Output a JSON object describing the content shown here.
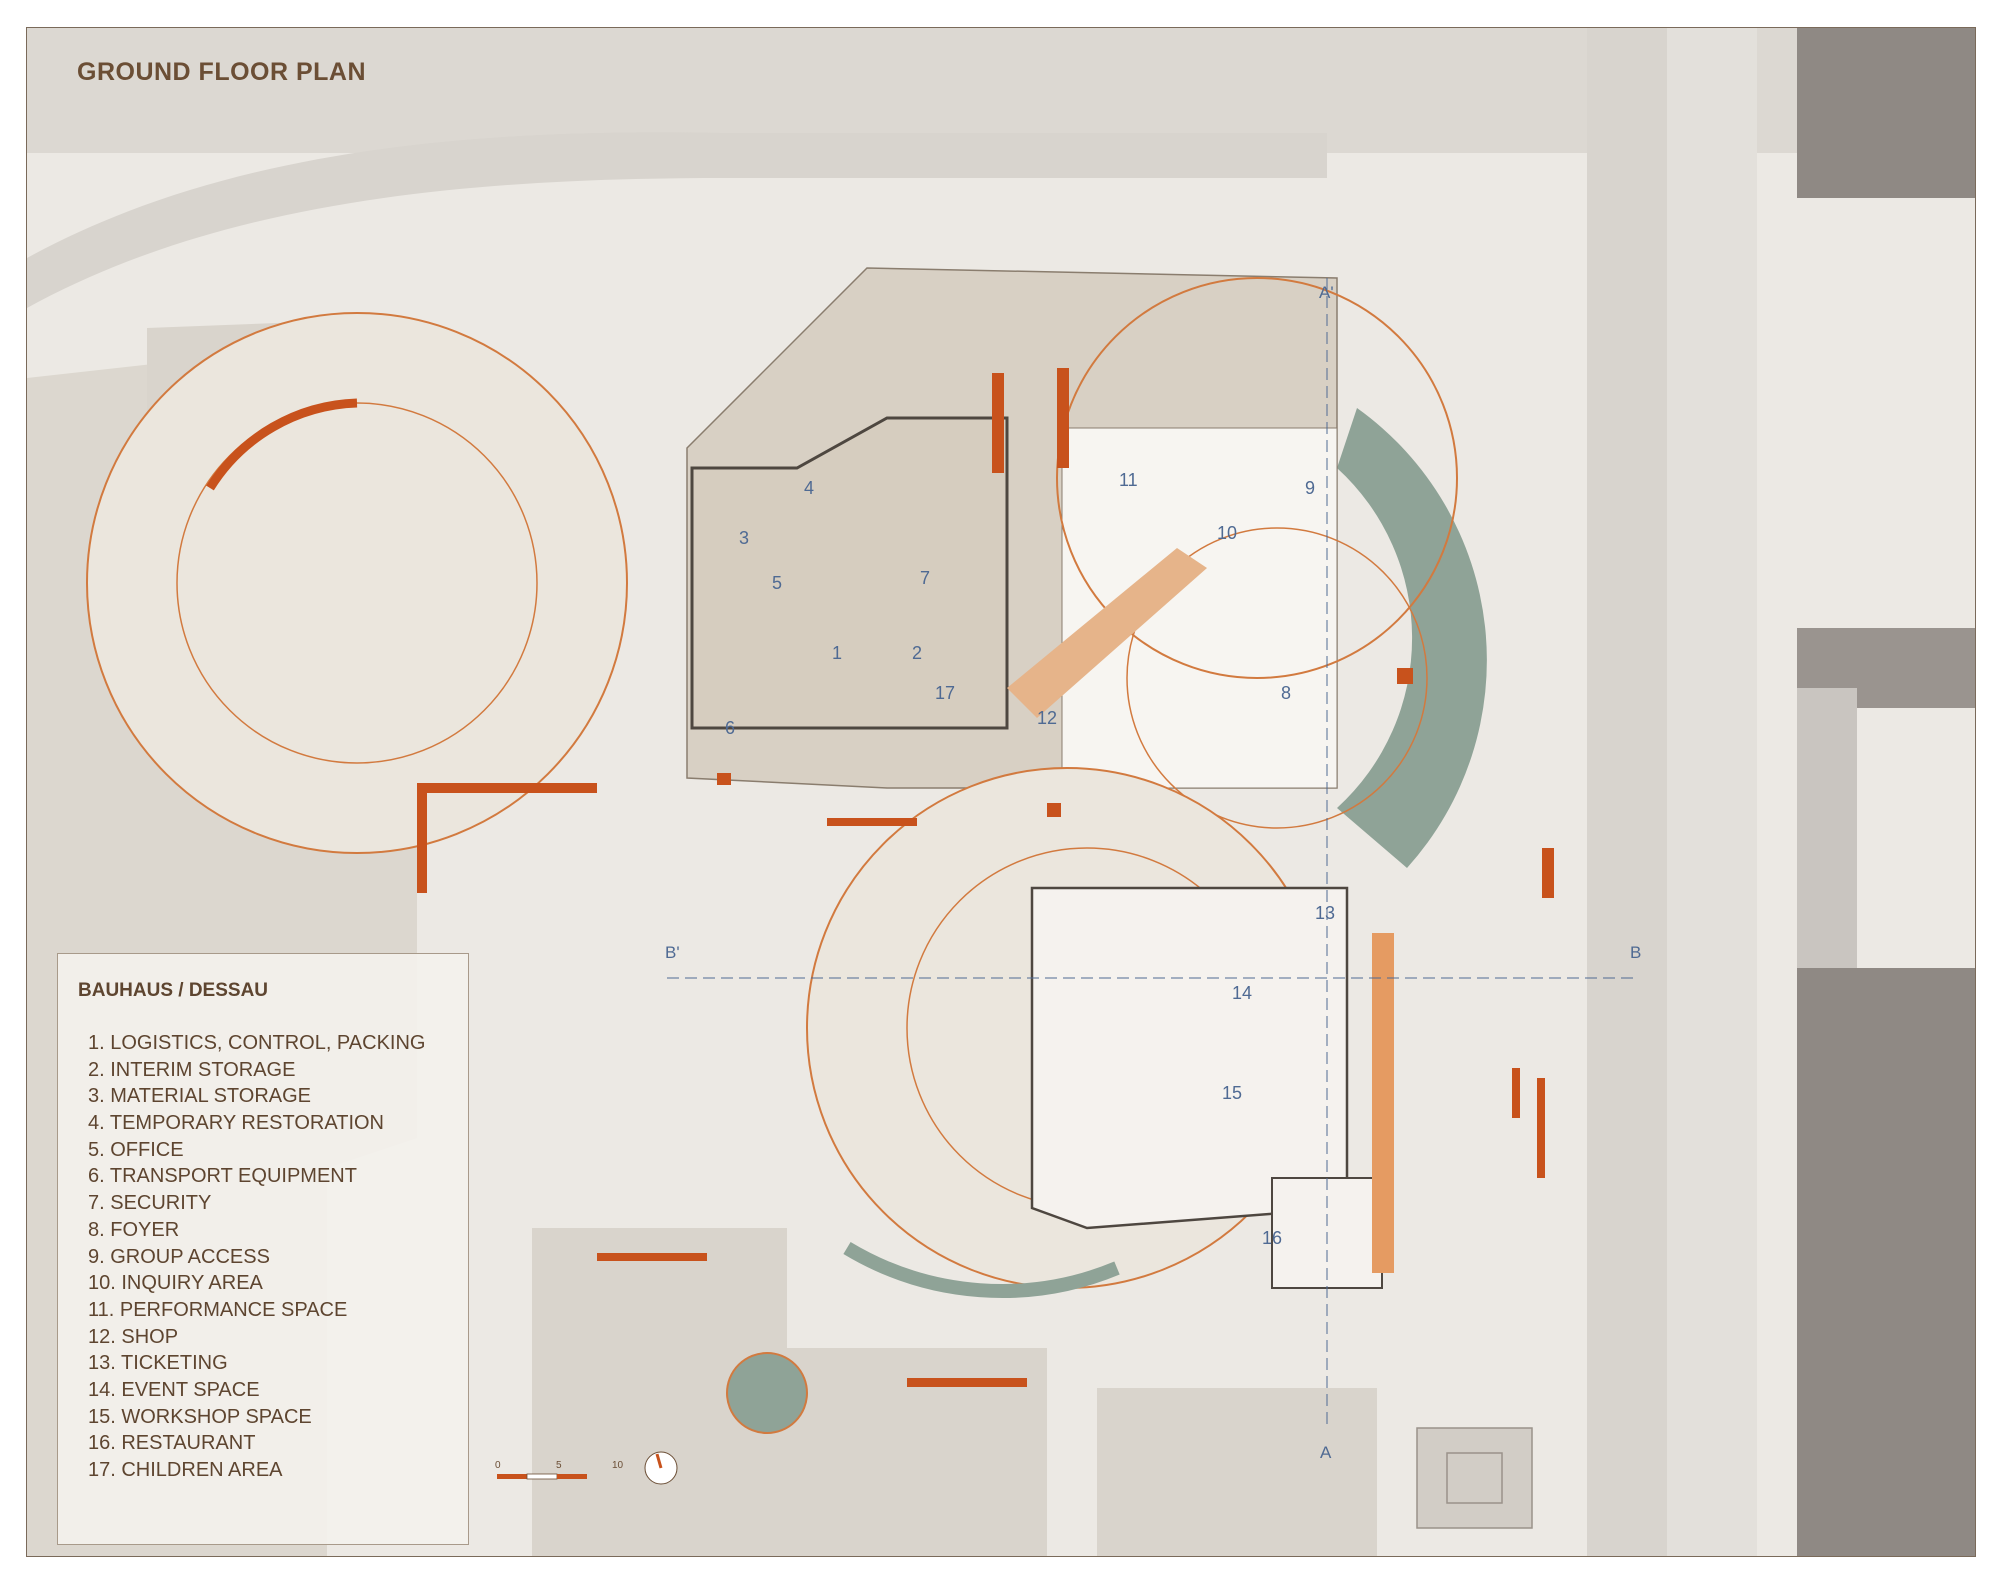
{
  "plan": {
    "title": "GROUND FLOOR PLAN",
    "project": "BAUHAUS / DESSAU"
  },
  "legend": [
    "1. LOGISTICS, CONTROL, PACKING",
    "2. INTERIM STORAGE",
    "3. MATERIAL STORAGE",
    "4. TEMPORARY RESTORATION",
    "5. OFFICE",
    "6. TRANSPORT EQUIPMENT",
    "7. SECURITY",
    "8. FOYER",
    "9. GROUP ACCESS",
    "10. INQUIRY AREA",
    "11. PERFORMANCE SPACE",
    "12. SHOP",
    "13. TICKETING",
    "14. EVENT SPACE",
    "15. WORKSHOP SPACE",
    "16. RESTAURANT",
    "17. CHILDREN AREA"
  ],
  "rooms": [
    "1",
    "2",
    "3",
    "4",
    "5",
    "6",
    "7",
    "8",
    "9",
    "10",
    "11",
    "12",
    "13",
    "14",
    "15",
    "16",
    "17"
  ],
  "section_marks": {
    "a_top": "A'",
    "a_bottom": "A",
    "b_left": "B'",
    "b_right": "B"
  },
  "scale_bar": {
    "labels": [
      "0",
      "5",
      "10"
    ]
  },
  "colors": {
    "background": "#ece9e4",
    "accent_orange": "#c8521c",
    "water_green": "#8fa397",
    "label_blue": "#4f6a93",
    "title_brown": "#6b4e35"
  }
}
